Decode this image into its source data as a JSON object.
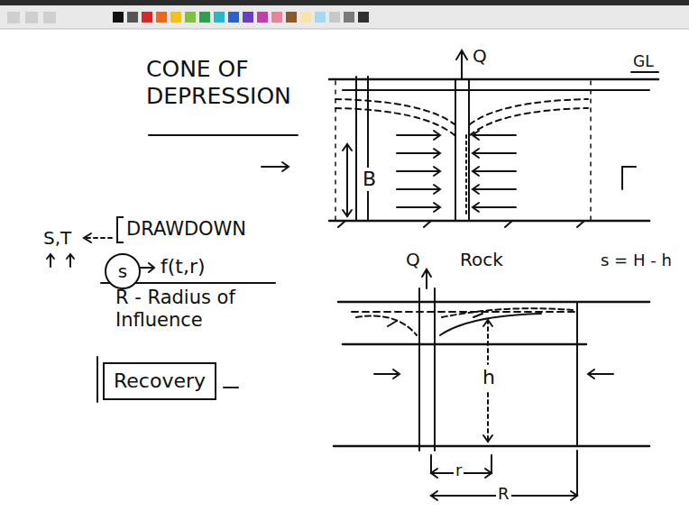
{
  "diagram": {
    "nodes": [
      {
        "text": [
          "DRAWDOWN"
        ]
      },
      {
        "text": [
          "s"
        ]
      },
      {
        "text": [
          "Recovery"
        ]
      }
    ],
    "labels": [
      "CONE OF DEPRESSION",
      "Q",
      "GL",
      "B",
      "S,T",
      "f(t,r)",
      "R - Radius of Influence",
      "Q",
      "Rock",
      "s = H - h",
      "h",
      "r",
      "R"
    ]
  }
}
